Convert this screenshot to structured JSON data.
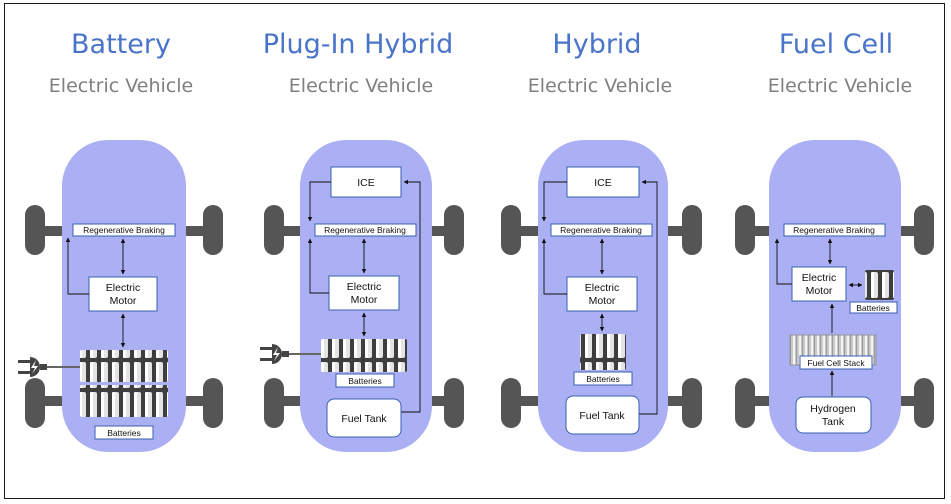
{
  "vehicles": [
    {
      "title": "Battery",
      "subtitle": "Electric Vehicle",
      "labels": {
        "regen": "Regenerative Braking",
        "motor_line1": "Electric",
        "motor_line2": "Motor",
        "batteries": "Batteries"
      }
    },
    {
      "title": "Plug-In Hybrid",
      "subtitle": "Electric Vehicle",
      "labels": {
        "ice": "ICE",
        "regen": "Regenerative Braking",
        "motor_line1": "Electric",
        "motor_line2": "Motor",
        "batteries": "Batteries",
        "fuel_tank": "Fuel Tank"
      }
    },
    {
      "title": "Hybrid",
      "subtitle": "Electric Vehicle",
      "labels": {
        "ice": "ICE",
        "regen": "Regenerative Braking",
        "motor_line1": "Electric",
        "motor_line2": "Motor",
        "batteries": "Batteries",
        "fuel_tank": "Fuel Tank"
      }
    },
    {
      "title": "Fuel Cell",
      "subtitle": "Electric Vehicle",
      "labels": {
        "regen": "Regenerative Braking",
        "motor_line1": "Electric",
        "motor_line2": "Motor",
        "batteries": "Batteries",
        "fuel_cell_stack": "Fuel Cell Stack",
        "hydrogen_line1": "Hydrogen",
        "hydrogen_line2": "Tank"
      }
    }
  ],
  "colors": {
    "title": "#4a74c9",
    "subtitle": "#7f7f7f",
    "body": "#aab0f3",
    "wheel": "#555555",
    "box_border": "#3a5fb0"
  },
  "icons": {
    "plug": "plug-icon",
    "battery": "battery-pack-icon",
    "fuel_cell": "fuel-cell-stack-icon"
  }
}
